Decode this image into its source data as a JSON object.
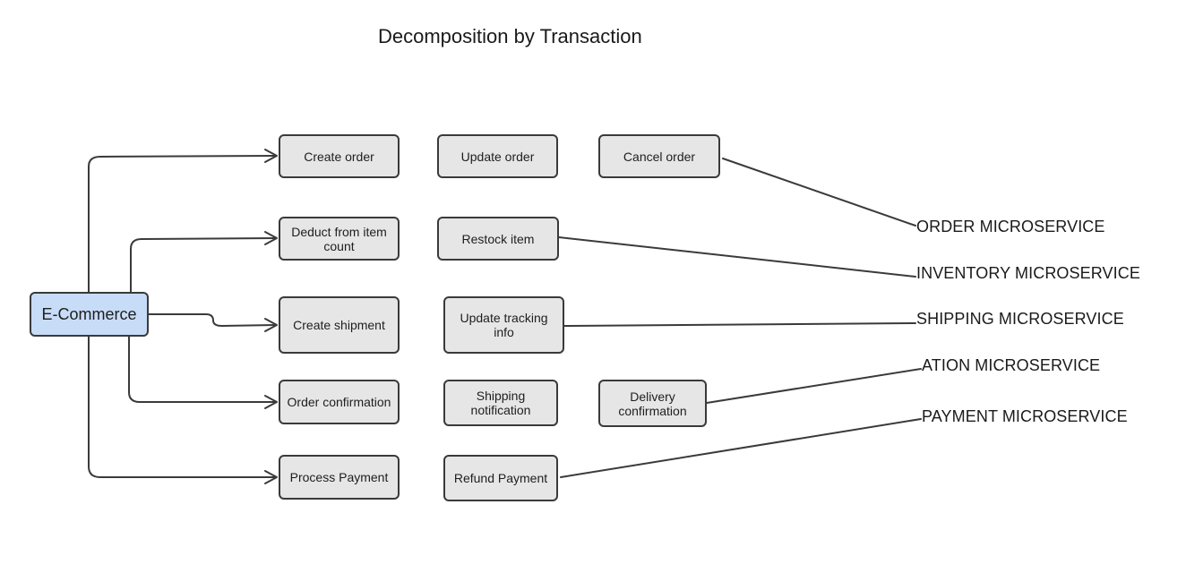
{
  "title": "Decomposition by Transaction",
  "root": {
    "label": "E-Commerce"
  },
  "transactions": {
    "create_order": "Create order",
    "update_order": "Update order",
    "cancel_order": "Cancel order",
    "deduct_item": "Deduct from item count",
    "restock_item": "Restock item",
    "create_shipment": "Create shipment",
    "update_tracking": "Update tracking info",
    "order_confirmation": "Order confirmation",
    "shipping_notification": "Shipping notification",
    "delivery_confirmation": "Delivery confirmation",
    "process_payment": "Process Payment",
    "refund_payment": "Refund Payment"
  },
  "services": {
    "order": "ORDER MICROSERVICE",
    "inventory": "INVENTORY MICROSERVICE",
    "shipping": "SHIPPING MICROSERVICE",
    "notification": "ATION MICROSERVICE",
    "payment": "PAYMENT MICROSERVICE"
  },
  "colors": {
    "root_fill": "#c7dcf7",
    "node_fill": "#e6e6e6",
    "stroke": "#3a3a3a"
  }
}
